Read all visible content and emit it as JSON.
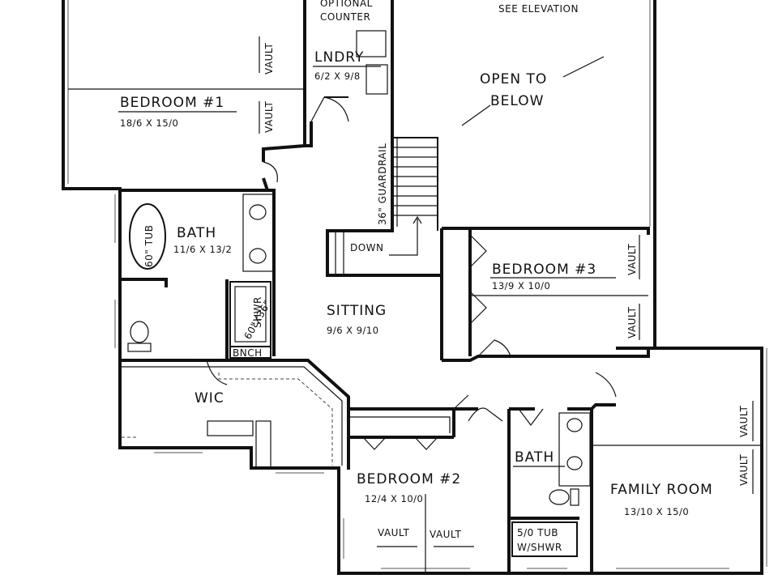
{
  "rooms": {
    "bedroom1": {
      "name": "BEDROOM #1",
      "dims": "18/6 X 15/0"
    },
    "lndry": {
      "name": "LNDRY",
      "dims": "6/2 X 9/8"
    },
    "bath_master": {
      "name": "BATH",
      "dims": "11/6 X 13/2"
    },
    "sitting": {
      "name": "SITTING",
      "dims": "9/6 X 9/10"
    },
    "bedroom3": {
      "name": "BEDROOM #3",
      "dims": "13/9 X 10/0"
    },
    "wic": {
      "name": "WIC"
    },
    "bedroom2": {
      "name": "BEDROOM #2",
      "dims": "12/4 X 10/0"
    },
    "bath2": {
      "name": "BATH"
    },
    "family": {
      "name": "FAMILY ROOM",
      "dims": "13/10 X 15/0"
    }
  },
  "notes": {
    "optional": "OPTIONAL",
    "counter": "COUNTER",
    "see_elevation": "SEE ELEVATION",
    "open_to": "OPEN TO",
    "below": "BELOW",
    "guardrail": "36\" GUARDRAIL",
    "down": "DOWN",
    "tub60": "60\" TUB",
    "shower_dim": "60\"X36\"",
    "shwr": "SHWR",
    "bnch": "BNCH",
    "tub_shwr_1": "5/0 TUB",
    "tub_shwr_2": "W/SHWR",
    "vault": "VAULT"
  }
}
